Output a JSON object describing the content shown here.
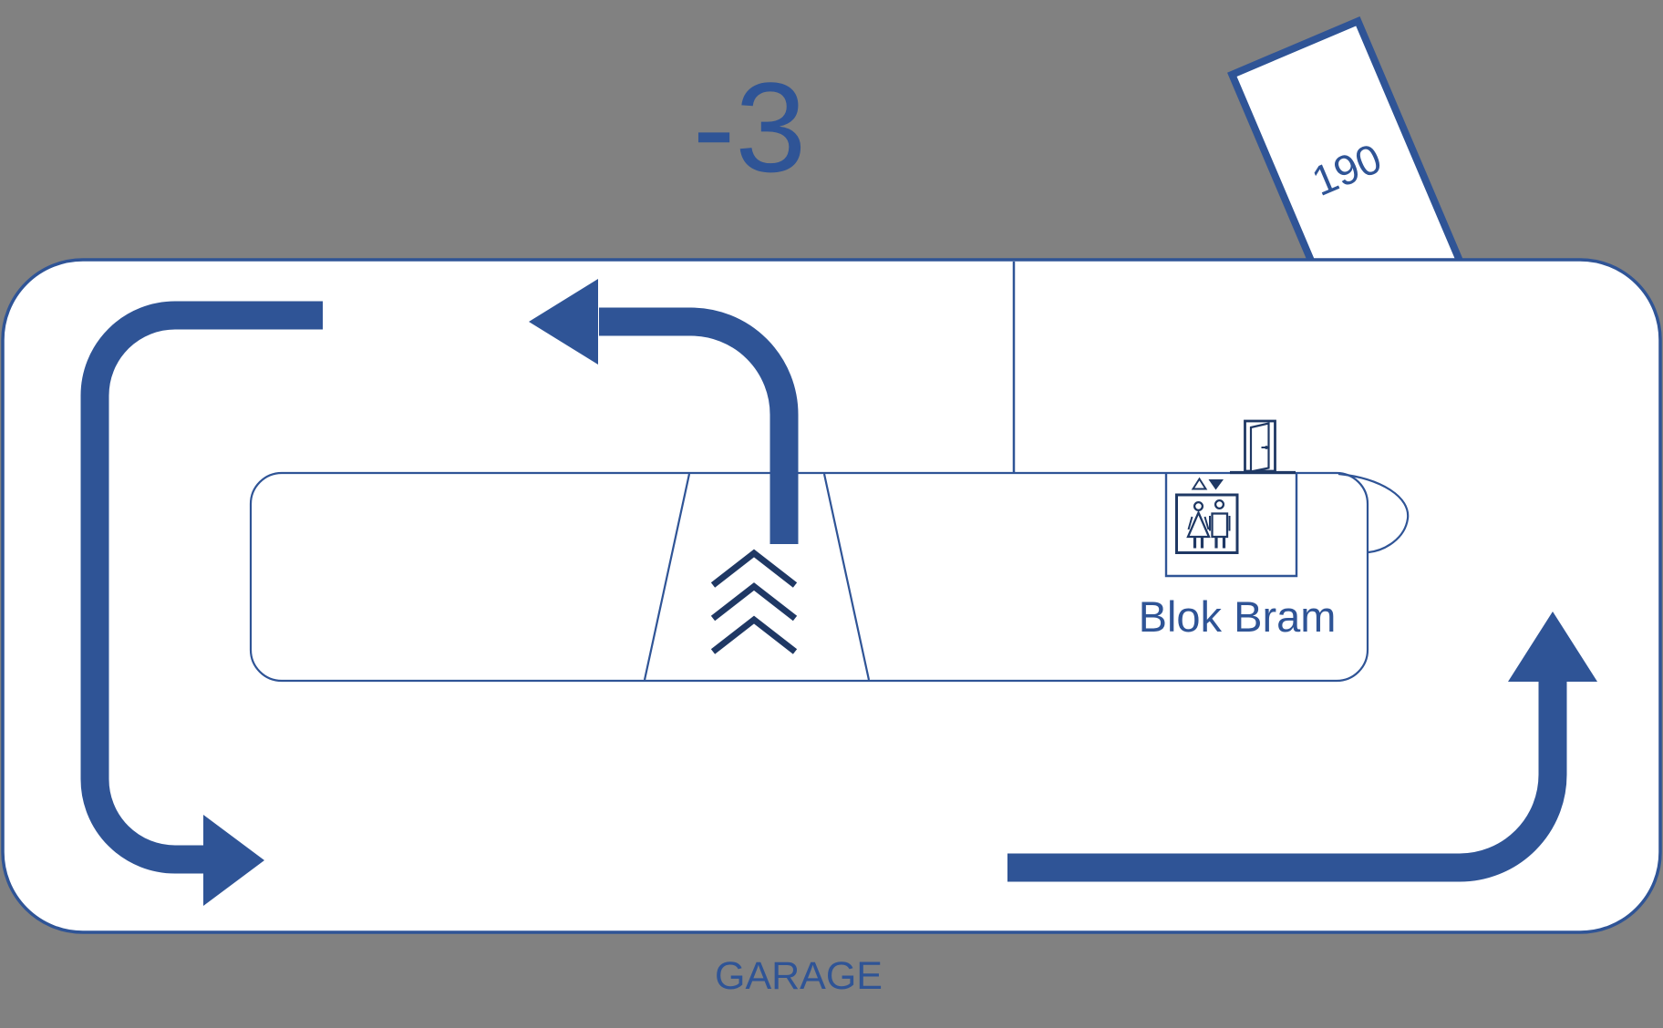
{
  "colors": {
    "bg": "#818181",
    "surface": "#FFFFFF",
    "accent": "#2F5496",
    "navy": "#1F3864"
  },
  "header": {
    "level_label": "-3"
  },
  "zone_box": {
    "label": "190"
  },
  "core": {
    "block_label": "Blok Bram"
  },
  "footer": {
    "garage_label": "GARAGE"
  },
  "icons": {
    "elevator": "elevator-passengers-icon",
    "elevator_directions": "up-down-triangles-icon",
    "door": "open-door-icon",
    "ramp": "ramp-chevrons-icon",
    "routes": [
      "route-arrow-down-right",
      "route-arrow-up-left",
      "route-arrow-right-up"
    ]
  }
}
